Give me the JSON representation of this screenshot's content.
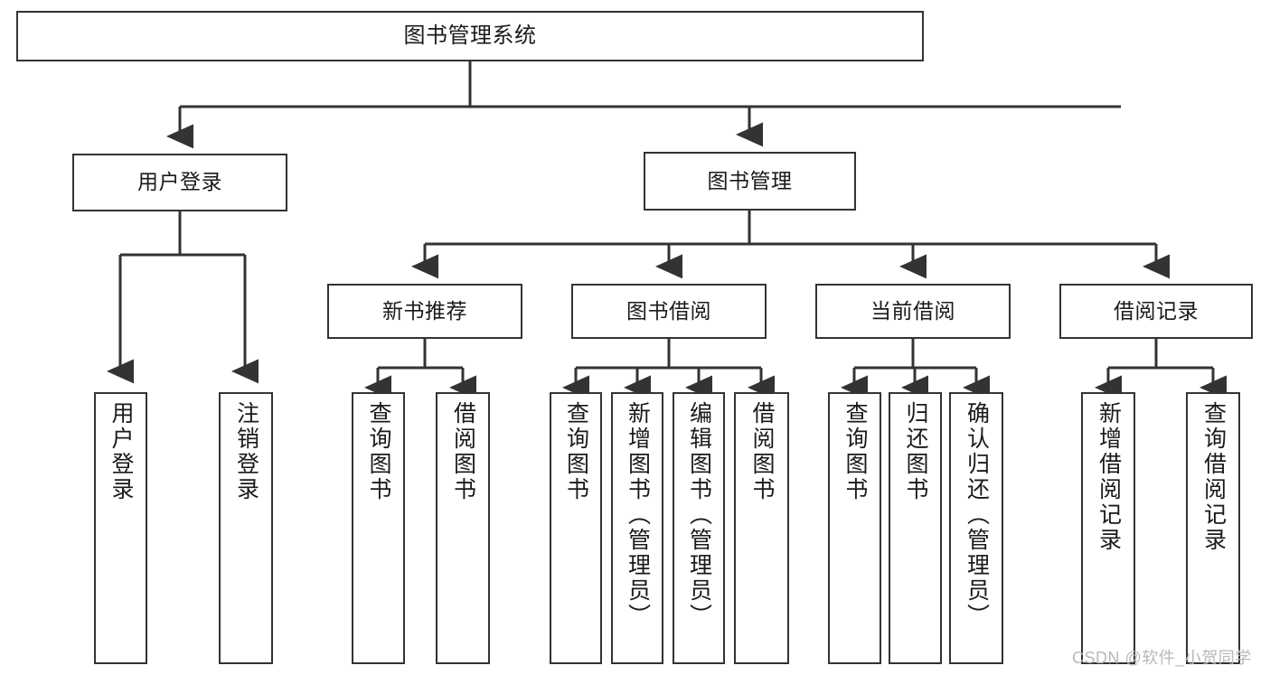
{
  "diagram": {
    "title": "图书管理系统",
    "type": "functional-structure-tree",
    "watermark": "CSDN @软件_小贺同学",
    "colors": {
      "stroke": "#333333",
      "fill": "#ffffff",
      "text": "#1a1a1a",
      "watermark": "#b9b9b9"
    },
    "root": {
      "label": "图书管理系统"
    },
    "level2": [
      {
        "label": "用户登录"
      },
      {
        "label": "图书管理"
      }
    ],
    "level3": [
      {
        "label": "新书推荐"
      },
      {
        "label": "图书借阅"
      },
      {
        "label": "当前借阅"
      },
      {
        "label": "借阅记录"
      }
    ],
    "leaves": {
      "user_login": [
        {
          "label": "用户登录"
        },
        {
          "label": "注销登录"
        }
      ],
      "new_book_recommend": [
        {
          "label": "查询图书"
        },
        {
          "label": "借阅图书"
        }
      ],
      "book_borrow": [
        {
          "label": "查询图书"
        },
        {
          "label": "新增图书（管理员）"
        },
        {
          "label": "编辑图书（管理员）"
        },
        {
          "label": "借阅图书"
        }
      ],
      "current_borrow": [
        {
          "label": "查询图书"
        },
        {
          "label": "归还图书"
        },
        {
          "label": "确认归还（管理员）"
        }
      ],
      "borrow_record": [
        {
          "label": "新增借阅记录"
        },
        {
          "label": "查询借阅记录"
        }
      ]
    }
  }
}
